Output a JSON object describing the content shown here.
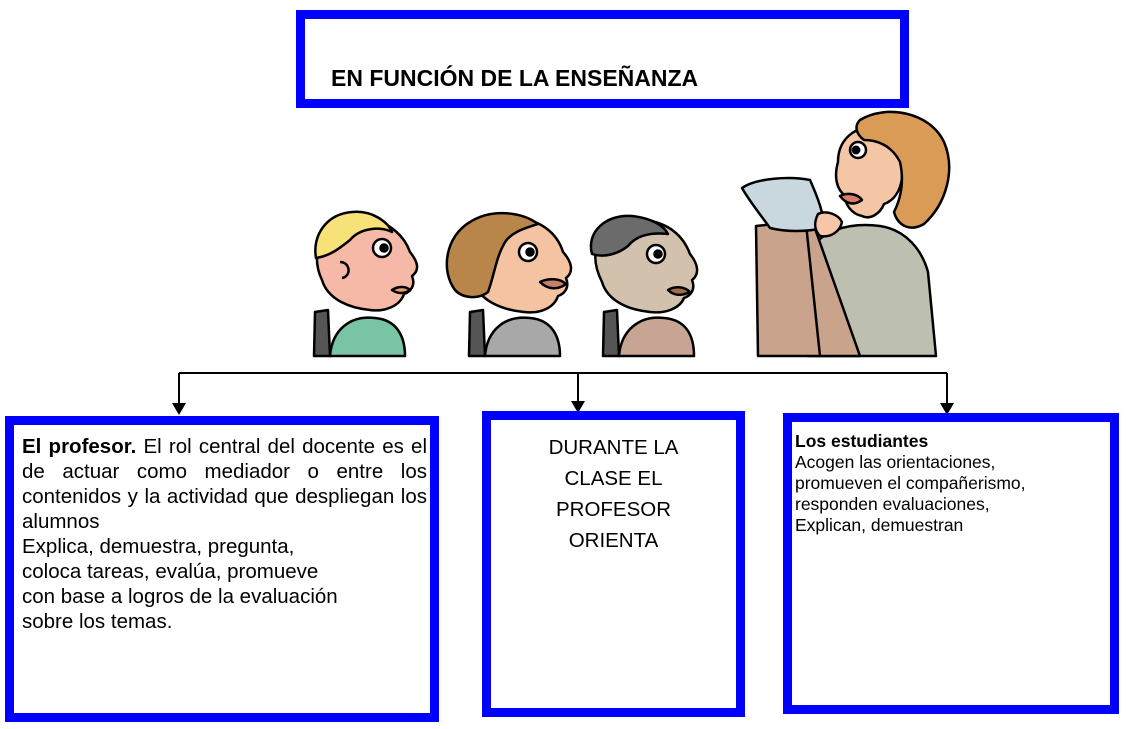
{
  "title": "EN FUNCIÓN DE LA ENSEÑANZA",
  "left": {
    "bold_label": "El profesor.",
    "para1_rest": " El rol central del docente es el de actuar como mediador o entre los contenidos y la actividad que despliegan los alumnos",
    "line1": "Explica, demuestra, pregunta,",
    "line2": "coloca tareas, evalúa,  promueve",
    "line3": "con base a logros de la evaluación",
    "line4": "sobre los temas."
  },
  "middle": {
    "lines": [
      "DURANTE LA",
      "CLASE EL",
      "PROFESOR",
      "ORIENTA"
    ]
  },
  "right": {
    "heading": "Los estudiantes",
    "lines": [
      "Acogen  las orientaciones,",
      "promueven el compañerismo,",
      "responden evaluaciones,",
      "Explican, demuestran"
    ]
  },
  "colors": {
    "box_border": "#0000ff",
    "arrow": "#000000"
  }
}
